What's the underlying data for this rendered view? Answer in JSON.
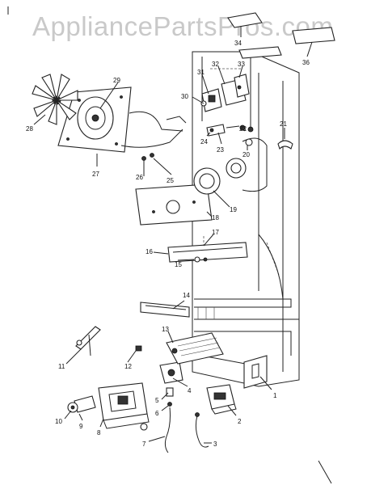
{
  "watermark": "AppliancePartsPros.com",
  "part_numbers": [
    "1",
    "2",
    "3",
    "4",
    "5",
    "6",
    "7",
    "8",
    "9",
    "10",
    "11",
    "12",
    "13",
    "14",
    "15",
    "16",
    "17",
    "18",
    "19",
    "20",
    "21",
    "22",
    "23",
    "24",
    "25",
    "26",
    "27",
    "28",
    "29",
    "30",
    "31",
    "32",
    "33",
    "34",
    "36"
  ]
}
